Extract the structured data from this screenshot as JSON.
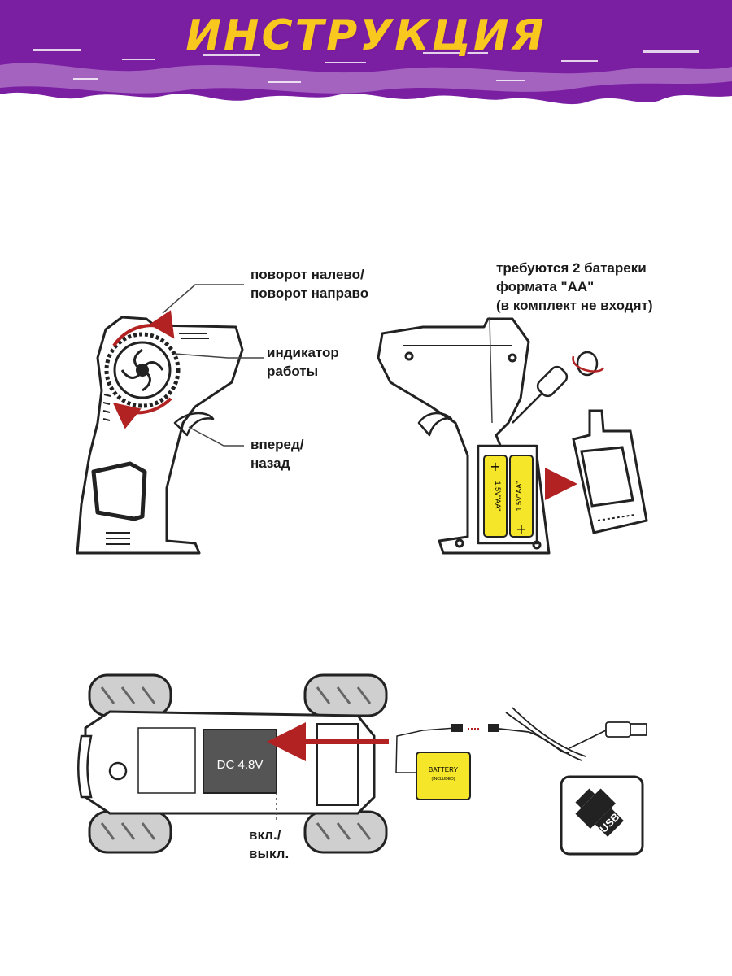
{
  "title": "ИНСТРУКЦИЯ",
  "colors": {
    "banner": "#7b1fa2",
    "title": "#f9c81e",
    "battery": "#f5e62a",
    "arrow": "#b22222",
    "tire": "#cfcfcf"
  },
  "remote_front": {
    "steering_label": "поворот налево/\nповорот направо",
    "indicator_label": "индикатор\nработы",
    "throttle_label": "вперед/\nназад"
  },
  "remote_back": {
    "battery_note": "требуются 2 батареки\nформата \"АА\"\n(в комплект не входят)",
    "cell_label": "1.5V\"AA\""
  },
  "car": {
    "motor_label": "DC 4.8V",
    "switch_label": "вкл./\nвыкл.",
    "battery_pack_label": "BATTERY",
    "battery_pack_sub": "(INCLUDED)",
    "usb_label": "USB"
  }
}
